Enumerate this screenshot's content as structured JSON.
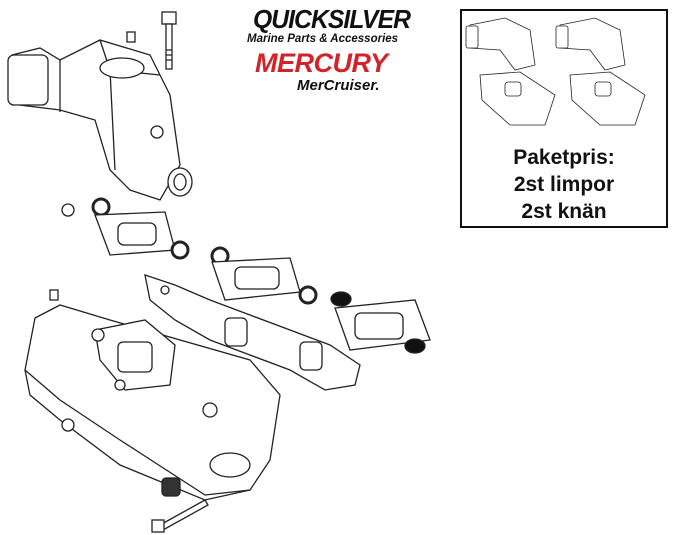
{
  "logos": {
    "quicksilver": "QUICKSILVER",
    "quicksilver_tagline": "Marine Parts & Accessories",
    "mercury": "MERCURY",
    "mercruiser": "MerCruiser."
  },
  "package": {
    "line1": "Paketpris:",
    "line2": "2st limpor",
    "line3": "2st knän"
  }
}
